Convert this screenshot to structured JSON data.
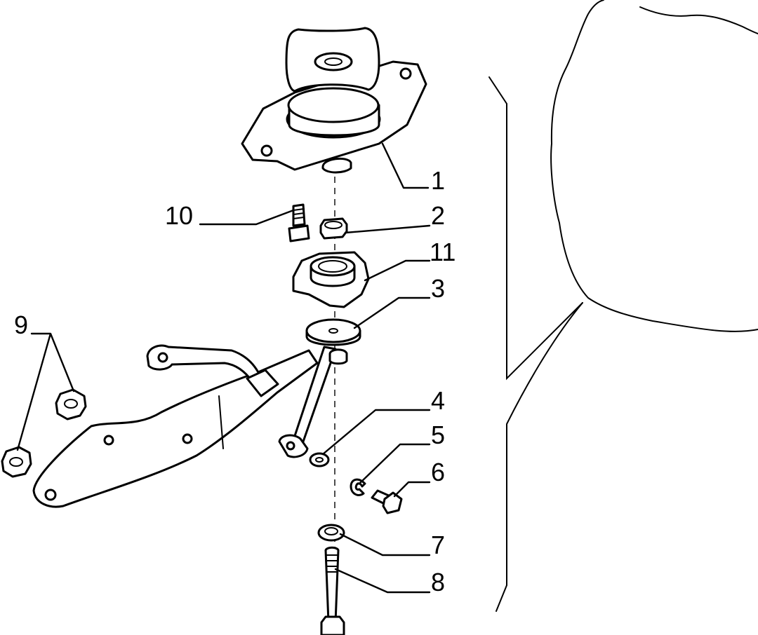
{
  "callouts": [
    {
      "id": "1",
      "label": "1"
    },
    {
      "id": "2",
      "label": "2"
    },
    {
      "id": "3",
      "label": "3"
    },
    {
      "id": "4",
      "label": "4"
    },
    {
      "id": "5",
      "label": "5"
    },
    {
      "id": "6",
      "label": "6"
    },
    {
      "id": "7",
      "label": "7"
    },
    {
      "id": "8",
      "label": "8"
    },
    {
      "id": "9",
      "label": "9"
    },
    {
      "id": "10",
      "label": "10"
    },
    {
      "id": "11",
      "label": "11"
    }
  ],
  "colors": {
    "line": "#000000",
    "background": "#ffffff"
  }
}
